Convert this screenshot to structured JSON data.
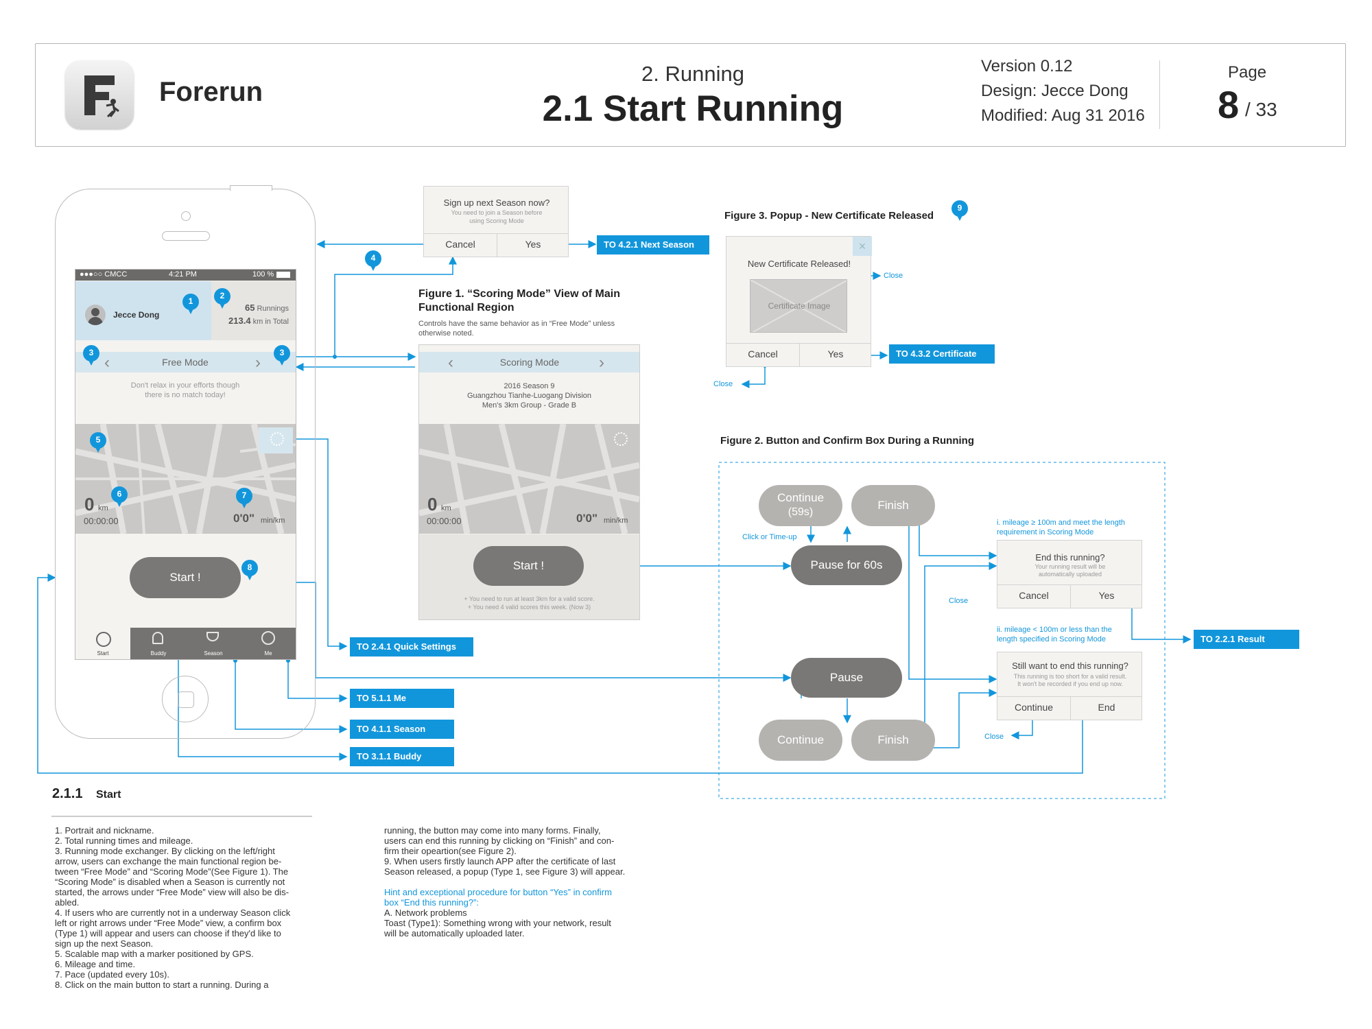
{
  "header": {
    "app_name": "Forerun",
    "section": "2. Running",
    "title": "2.1 Start Running",
    "version": "Version 0.12",
    "design": "Design: Jecce Dong",
    "modified": "Modified: Aug 31 2016",
    "page_label": "Page",
    "page_number": "8",
    "page_total": "/ 33"
  },
  "phone": {
    "status": {
      "carrier": "●●●○○ CMCC",
      "time": "4:21 PM",
      "battery": "100 %"
    },
    "user": {
      "name": "Jecce Dong",
      "runnings_num": "65",
      "runnings_label": "Runnings",
      "distance_num": "213.4",
      "distance_label": "km in Total"
    },
    "mode": "Free Mode",
    "hint_line1": "Don't relax in your efforts though",
    "hint_line2": "there is no match today!",
    "distance": "0",
    "distance_unit": "km",
    "time": "00:00:00",
    "pace": "0'0\"",
    "pace_unit": "min/km",
    "start_label": "Start !",
    "tabs": [
      {
        "label": "Start"
      },
      {
        "label": "Buddy"
      },
      {
        "label": "Season"
      },
      {
        "label": "Me"
      }
    ]
  },
  "popup_signup": {
    "title": "Sign up next Season now?",
    "subtitle1": "You need to join a Season before",
    "subtitle2": "using Scoring Mode",
    "cancel": "Cancel",
    "yes": "Yes"
  },
  "figure1": {
    "title_line1": "Figure 1. “Scoring Mode” View of Main",
    "title_line2": "Functional Region",
    "desc_line1": "Controls have the same behavior as in “Free Mode” unless",
    "desc_line2": "otherwise noted.",
    "mode": "Scoring Mode",
    "season": "2016 Season 9",
    "division": "Guangzhou Tianhe-Luogang Division",
    "group": "Men's 3km Group - Grade B",
    "distance": "0",
    "distance_unit": "km",
    "time": "00:00:00",
    "pace": "0'0\"",
    "pace_unit": "min/km",
    "start_label": "Start !",
    "note1": "+ You need to run at least 3km for a valid score.",
    "note2": "+ You need 4 valid scores this week. (Now 3)"
  },
  "figure3": {
    "title": "Figure 3. Popup - New Certificate Released",
    "heading": "New Certificate Released!",
    "image_label": "Certificate Image",
    "cancel": "Cancel",
    "yes": "Yes",
    "close1": "Close",
    "close2": "Close"
  },
  "figure2": {
    "title": "Figure 2. Button and Confirm Box During a Running",
    "continue_59": "Continue",
    "continue_59_sub": "(59s)",
    "finish_top": "Finish",
    "click_timeup": "Click or Time-up",
    "pause60": "Pause for 60s",
    "pause": "Pause",
    "continue_bottom": "Continue",
    "finish_bottom": "Finish",
    "note_i_line1": "i. mileage ≥ 100m and meet the length",
    "note_i_line2": "requirement in Scoring Mode",
    "box1": {
      "title": "End this running?",
      "sub1": "Your running result will be",
      "sub2": "automatically uploaded",
      "cancel": "Cancel",
      "yes": "Yes"
    },
    "note_ii_line1": "ii. mileage < 100m or less than the",
    "note_ii_line2": "length specified in Scoring Mode",
    "box2": {
      "title": "Still want to end this running?",
      "sub1": "This running is too short for a valid result.",
      "sub2": "It won't be recorded if you end up now.",
      "continue": "Continue",
      "end": "End"
    },
    "close1": "Close",
    "close2": "Close"
  },
  "links": {
    "next_season": "TO 4.2.1 Next Season",
    "certificate": "TO 4.3.2 Certificate",
    "result": "TO 2.2.1 Result",
    "quick": "TO 2.4.1 Quick Settings",
    "me": "TO 5.1.1 Me",
    "season": "TO 4.1.1 Season",
    "buddy": "TO 3.1.1 Buddy"
  },
  "pins": [
    "1",
    "2",
    "3",
    "3",
    "3",
    "3",
    "4",
    "5",
    "6",
    "7",
    "8",
    "8",
    "9"
  ],
  "doc": {
    "num": "2.1.1",
    "title": "Start",
    "col1": [
      "1. Portrait and nickname.",
      "2. Total running times and mileage.",
      "3. Running mode exchanger. By clicking on the left/right",
      "arrow, users can exchange the main functional region be-",
      "tween “Free Mode” and “Scoring Mode”(See Figure 1). The",
      "“Scoring Mode” is disabled when a Season is currently not",
      "started, the arrows under “Free Mode” view will also be dis-",
      "abled.",
      "4. If users who are currently not in a underway Season click",
      "left or right arrows under “Free Mode” view, a confirm box",
      "(Type 1) will appear and users can choose if they'd like to",
      "sign up the next Season.",
      "5. Scalable map with a marker positioned by GPS.",
      "6. Mileage and time.",
      "7. Pace (updated every 10s).",
      "8. Click on the main button to start a running. During a"
    ],
    "col2": [
      " running, the button may come into many forms. Finally,",
      "users can end this running by clicking on “Finish” and con-",
      "firm their opeartion(see Figure 2).",
      "9. When users firstly launch APP after the certificate of last",
      "Season released, a popup (Type 1, see Figure 3) will appear."
    ],
    "hint_line1": "Hint and exceptional procedure for button “Yes” in confirm",
    "hint_line2": "box “End this running?”:",
    "col2b": [
      "A. Network problems",
      "Toast (Type1): Something wrong with your network, result",
      "will be automatically uploaded later."
    ]
  },
  "colors": {
    "accent": "#1296db",
    "dark_button": "#7a7876",
    "light_button": "#b5b3b0",
    "panel": "#f4f3f0"
  }
}
